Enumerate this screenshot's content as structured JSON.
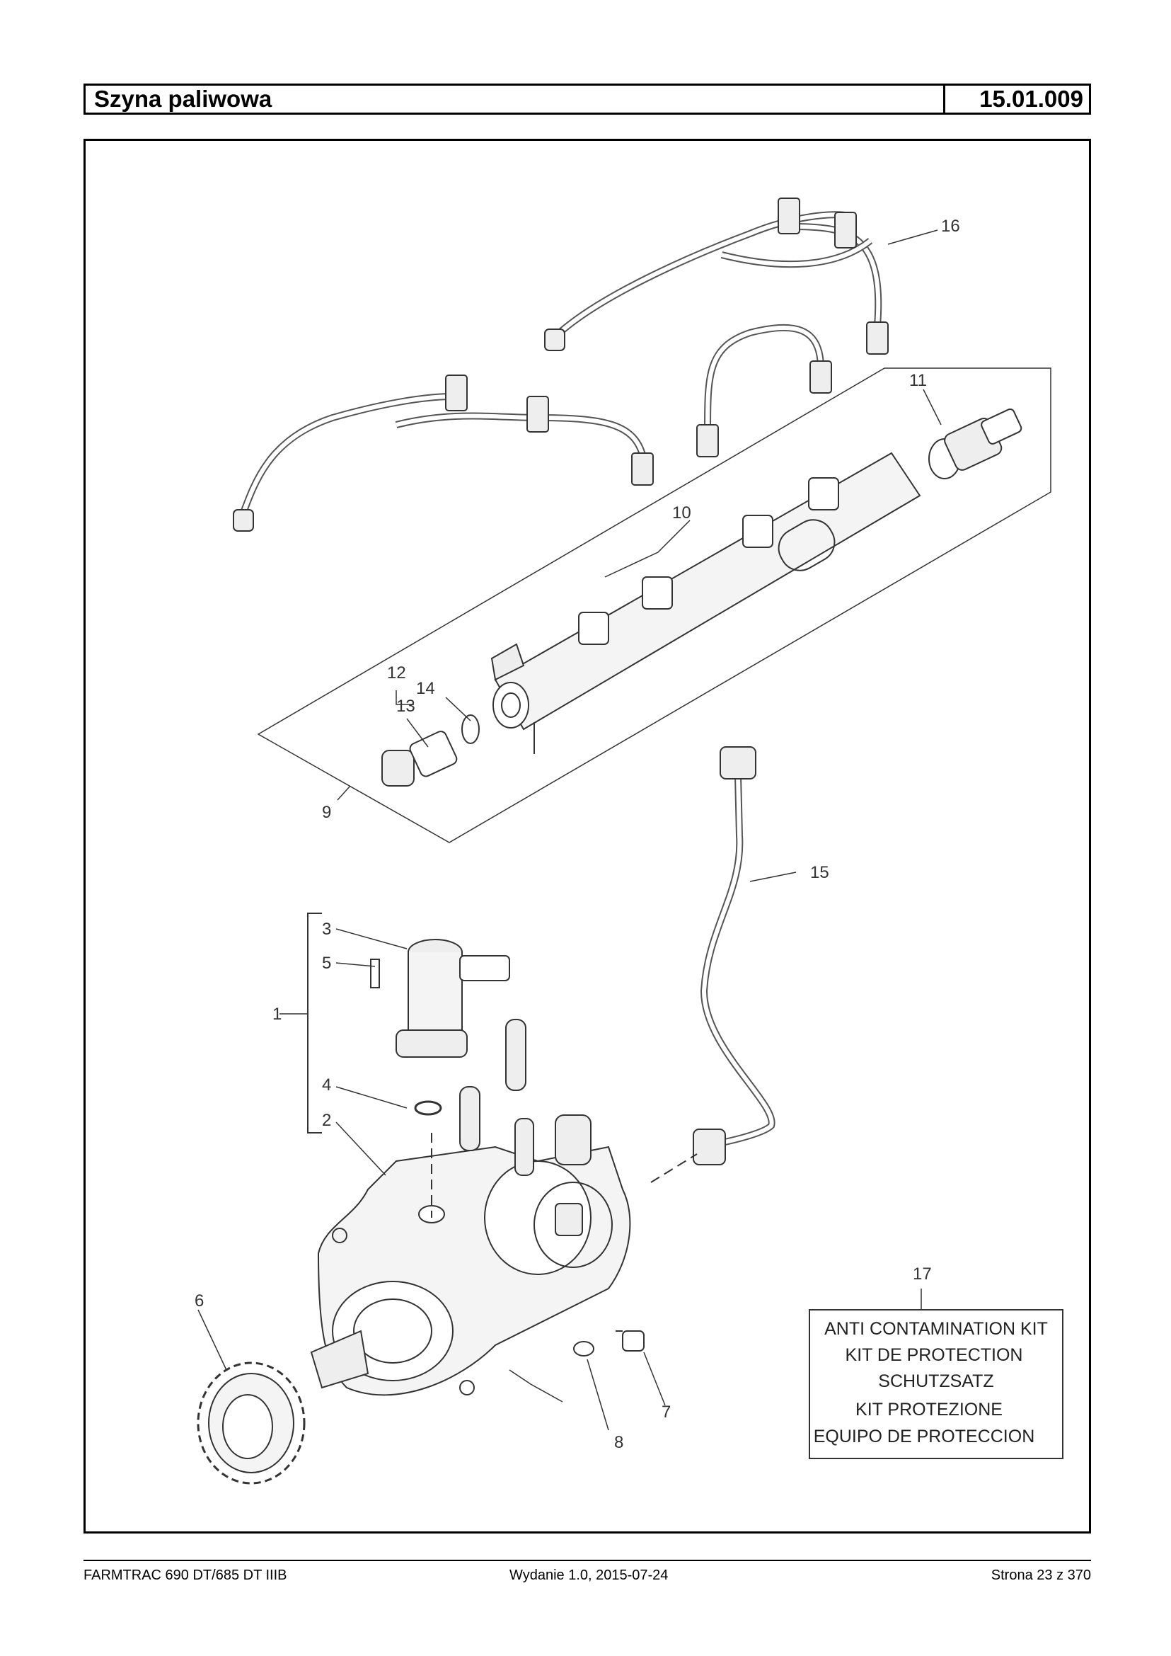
{
  "header": {
    "title": "Szyna paliwowa",
    "code": "15.01.009"
  },
  "diagram": {
    "callouts": [
      "1",
      "2",
      "3",
      "4",
      "5",
      "6",
      "7",
      "8",
      "9",
      "10",
      "11",
      "12",
      "13",
      "14",
      "15",
      "16",
      "17"
    ],
    "kit_box": {
      "lines": [
        "ANTI CONTAMINATION KIT",
        "KIT DE PROTECTION",
        "SCHUTZSATZ",
        "KIT PROTEZIONE",
        "EQUIPO DE PROTECCION"
      ]
    }
  },
  "footer": {
    "left": "FARMTRAC 690 DT/685 DT IIIB",
    "center": "Wydanie 1.0,  2015-07-24",
    "right": "Strona 23 z 370"
  }
}
